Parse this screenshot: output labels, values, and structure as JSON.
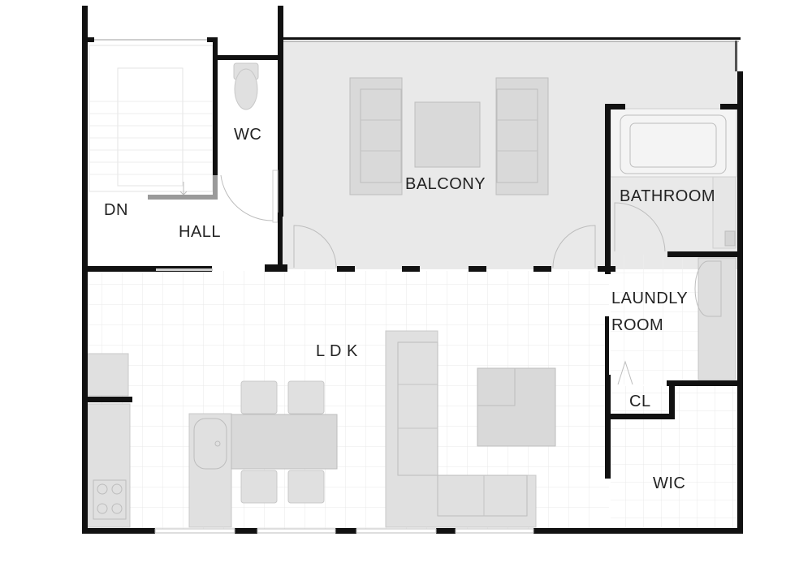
{
  "plan": {
    "rooms": [
      {
        "id": "balcony",
        "label": "BALCONY"
      },
      {
        "id": "wc",
        "label": "WC"
      },
      {
        "id": "dn",
        "label": "DN"
      },
      {
        "id": "hall",
        "label": "HALL"
      },
      {
        "id": "bathroom",
        "label": "BATHROOM"
      },
      {
        "id": "laundly_line1",
        "label": "LAUNDLY"
      },
      {
        "id": "laundly_line2",
        "label": "ROOM"
      },
      {
        "id": "ldk",
        "label": "L D K"
      },
      {
        "id": "cl",
        "label": "CL"
      },
      {
        "id": "wic",
        "label": "WIC"
      }
    ]
  }
}
